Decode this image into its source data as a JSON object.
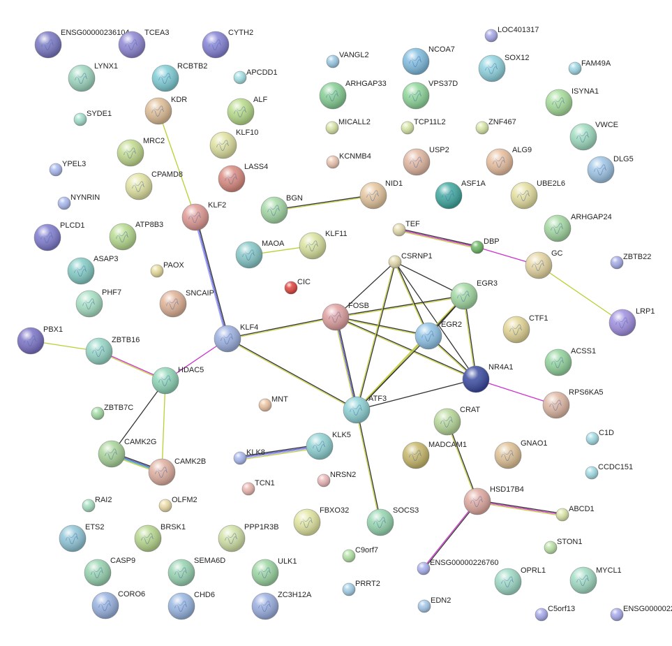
{
  "network": {
    "nodes": [
      {
        "id": "ENSG00000236104",
        "label": "ENSG00000236104",
        "color": "#7a78c4"
      },
      {
        "id": "TCEA3",
        "label": "TCEA3",
        "color": "#8e86d4"
      },
      {
        "id": "CYTH2",
        "label": "CYTH2",
        "color": "#8582d6"
      },
      {
        "id": "LOC401317",
        "label": "LOC401317",
        "color": "#a8a8e8"
      },
      {
        "id": "VANGL2",
        "label": "VANGL2",
        "color": "#9dcbe6"
      },
      {
        "id": "NCOA7",
        "label": "NCOA7",
        "color": "#80bde0"
      },
      {
        "id": "SOX12",
        "label": "SOX12",
        "color": "#8fd3df"
      },
      {
        "id": "FAM49A",
        "label": "FAM49A",
        "color": "#9fd8e6"
      },
      {
        "id": "LYNX1",
        "label": "LYNX1",
        "color": "#9fd8c1"
      },
      {
        "id": "RCBTB2",
        "label": "RCBTB2",
        "color": "#7fcdd6"
      },
      {
        "id": "APCDD1",
        "label": "APCDD1",
        "color": "#a4e2e6"
      },
      {
        "id": "ARHGAP33",
        "label": "ARHGAP33",
        "color": "#86cf95"
      },
      {
        "id": "VPS37D",
        "label": "VPS37D",
        "color": "#8fd79a"
      },
      {
        "id": "ISYNA1",
        "label": "ISYNA1",
        "color": "#a6dd9a"
      },
      {
        "id": "KDR",
        "label": "KDR",
        "color": "#dfbe96"
      },
      {
        "id": "ALF",
        "label": "ALF",
        "color": "#b8dc8a"
      },
      {
        "id": "SYDE1",
        "label": "SYDE1",
        "color": "#a3e0cd"
      },
      {
        "id": "MICALL2",
        "label": "MICALL2",
        "color": "#d9e6a8"
      },
      {
        "id": "TCP11L2",
        "label": "TCP11L2",
        "color": "#d9e8a8"
      },
      {
        "id": "ZNF467",
        "label": "ZNF467",
        "color": "#d9e8a8"
      },
      {
        "id": "VWCE",
        "label": "VWCE",
        "color": "#9fdcc0"
      },
      {
        "id": "KLF10",
        "label": "KLF10",
        "color": "#e0e2a0"
      },
      {
        "id": "MRC2",
        "label": "MRC2",
        "color": "#c3db8f"
      },
      {
        "id": "KCNMB4",
        "label": "KCNMB4",
        "color": "#ecc6b0"
      },
      {
        "id": "USP2",
        "label": "USP2",
        "color": "#e3b8a2"
      },
      {
        "id": "ALG9",
        "label": "ALG9",
        "color": "#e8bf9f"
      },
      {
        "id": "DLG5",
        "label": "DLG5",
        "color": "#9fc5e6"
      },
      {
        "id": "YPEL3",
        "label": "YPEL3",
        "color": "#aabaf0"
      },
      {
        "id": "CPAMD8",
        "label": "CPAMD8",
        "color": "#e2e4a2"
      },
      {
        "id": "LASS4",
        "label": "LASS4",
        "color": "#da8a80"
      },
      {
        "id": "ASF1A",
        "label": "ASF1A",
        "color": "#3fa8a0"
      },
      {
        "id": "UBE2L6",
        "label": "UBE2L6",
        "color": "#e6e0a0"
      },
      {
        "id": "NYNRIN",
        "label": "NYNRIN",
        "color": "#aabaf0"
      },
      {
        "id": "BGN",
        "label": "BGN",
        "color": "#a5d9a6"
      },
      {
        "id": "NID1",
        "label": "NID1",
        "color": "#e6c69e"
      },
      {
        "id": "KLF2",
        "label": "KLF2",
        "color": "#e09a94"
      },
      {
        "id": "TEF",
        "label": "TEF",
        "color": "#e6dcae"
      },
      {
        "id": "ARHGAP24",
        "label": "ARHGAP24",
        "color": "#a4d9a2"
      },
      {
        "id": "PLCD1",
        "label": "PLCD1",
        "color": "#7f7bcf"
      },
      {
        "id": "ATP8B3",
        "label": "ATP8B3",
        "color": "#b8dc90"
      },
      {
        "id": "DBP",
        "label": "DBP",
        "color": "#6db866"
      },
      {
        "id": "MAOA",
        "label": "MAOA",
        "color": "#86c8c8"
      },
      {
        "id": "KLF11",
        "label": "KLF11",
        "color": "#dbe39e"
      },
      {
        "id": "CSRNP1",
        "label": "CSRNP1",
        "color": "#e6dcae"
      },
      {
        "id": "GC",
        "label": "GC",
        "color": "#e6d6a2"
      },
      {
        "id": "ZBTB22",
        "label": "ZBTB22",
        "color": "#a6aee8"
      },
      {
        "id": "ASAP3",
        "label": "ASAP3",
        "color": "#84ccc6"
      },
      {
        "id": "PAOX",
        "label": "PAOX",
        "color": "#e8dc9c"
      },
      {
        "id": "CIC",
        "label": "CIC",
        "color": "#e0453f"
      },
      {
        "id": "EGR3",
        "label": "EGR3",
        "color": "#a2d9a2"
      },
      {
        "id": "PHF7",
        "label": "PHF7",
        "color": "#a7e0c4"
      },
      {
        "id": "SNCAIP",
        "label": "SNCAIP",
        "color": "#e0b296"
      },
      {
        "id": "FOSB",
        "label": "FOSB",
        "color": "#e0a0a0"
      },
      {
        "id": "LRP1",
        "label": "LRP1",
        "color": "#a08fe0"
      },
      {
        "id": "EGR2",
        "label": "EGR2",
        "color": "#8fc3e6"
      },
      {
        "id": "CTF1",
        "label": "CTF1",
        "color": "#e4d696"
      },
      {
        "id": "PBX1",
        "label": "PBX1",
        "color": "#7a72c6"
      },
      {
        "id": "ZBTB16",
        "label": "ZBTB16",
        "color": "#95d6c6"
      },
      {
        "id": "KLF4",
        "label": "KLF4",
        "color": "#9cb0e0"
      },
      {
        "id": "ACSS1",
        "label": "ACSS1",
        "color": "#92d49c"
      },
      {
        "id": "HDAC5",
        "label": "HDAC5",
        "color": "#8fd6b8"
      },
      {
        "id": "NR4A1",
        "label": "NR4A1",
        "color": "#3a4aa0"
      },
      {
        "id": "RPS6KA5",
        "label": "RPS6KA5",
        "color": "#e0b8a4"
      },
      {
        "id": "ZBTB7C",
        "label": "ZBTB7C",
        "color": "#a4dca6"
      },
      {
        "id": "MNT",
        "label": "MNT",
        "color": "#ecc4a2"
      },
      {
        "id": "ATF3",
        "label": "ATF3",
        "color": "#8fd3d6"
      },
      {
        "id": "CRAT",
        "label": "CRAT",
        "color": "#b9d99a"
      },
      {
        "id": "C1D",
        "label": "C1D",
        "color": "#a4dde6"
      },
      {
        "id": "CAMK2G",
        "label": "CAMK2G",
        "color": "#a9d49a"
      },
      {
        "id": "KLK5",
        "label": "KLK5",
        "color": "#8fd2d2"
      },
      {
        "id": "MADCAM1",
        "label": "MADCAM1",
        "color": "#c8b86a"
      },
      {
        "id": "GNAO1",
        "label": "GNAO1",
        "color": "#e0c296"
      },
      {
        "id": "KLK8",
        "label": "KLK8",
        "color": "#aabaf0"
      },
      {
        "id": "CAMK2B",
        "label": "CAMK2B",
        "color": "#e0b0a0"
      },
      {
        "id": "NRSN2",
        "label": "NRSN2",
        "color": "#ecb8b8"
      },
      {
        "id": "CCDC151",
        "label": "CCDC151",
        "color": "#a4dde6"
      },
      {
        "id": "TCN1",
        "label": "TCN1",
        "color": "#ecb8b0"
      },
      {
        "id": "HSD17B4",
        "label": "HSD17B4",
        "color": "#e0aaa0"
      },
      {
        "id": "RAI2",
        "label": "RAI2",
        "color": "#a7e0c2"
      },
      {
        "id": "OLFM2",
        "label": "OLFM2",
        "color": "#ecdca6"
      },
      {
        "id": "ABCD1",
        "label": "ABCD1",
        "color": "#dde6a8"
      },
      {
        "id": "FBXO32",
        "label": "FBXO32",
        "color": "#e2e6a0"
      },
      {
        "id": "ETS2",
        "label": "ETS2",
        "color": "#90c6d8"
      },
      {
        "id": "BRSK1",
        "label": "BRSK1",
        "color": "#b8d88e"
      },
      {
        "id": "PPP1R3B",
        "label": "PPP1R3B",
        "color": "#d2e2a6"
      },
      {
        "id": "SOCS3",
        "label": "SOCS3",
        "color": "#96d6b0"
      },
      {
        "id": "STON1",
        "label": "STON1",
        "color": "#bde4a8"
      },
      {
        "id": "C9orf7",
        "label": "C9orf7",
        "color": "#b4e4a6"
      },
      {
        "id": "CASP9",
        "label": "CASP9",
        "color": "#98d4b0"
      },
      {
        "id": "SEMA6D",
        "label": "SEMA6D",
        "color": "#98d4b2"
      },
      {
        "id": "ULK1",
        "label": "ULK1",
        "color": "#9cd6a2"
      },
      {
        "id": "ENSG00000226760",
        "label": "ENSG00000226760",
        "color": "#aab2ee"
      },
      {
        "id": "OPRL1",
        "label": "OPRL1",
        "color": "#9edac6"
      },
      {
        "id": "MYCL1",
        "label": "MYCL1",
        "color": "#a2dcc4"
      },
      {
        "id": "PRRT2",
        "label": "PRRT2",
        "color": "#a4d0e8"
      },
      {
        "id": "CORO6",
        "label": "CORO6",
        "color": "#98b2e0"
      },
      {
        "id": "CHD6",
        "label": "CHD6",
        "color": "#98b6e2"
      },
      {
        "id": "ZC3H12A",
        "label": "ZC3H12A",
        "color": "#9aaee0"
      },
      {
        "id": "EDN2",
        "label": "EDN2",
        "color": "#a4c8ea"
      },
      {
        "id": "C5orf13",
        "label": "C5orf13",
        "color": "#a8aaec"
      },
      {
        "id": "ENSG0000022",
        "label": "ENSG0000022",
        "color": "#a8aaec"
      }
    ],
    "edges": [
      {
        "source": "KDR",
        "target": "KLF2",
        "colors": [
          "#b8d030"
        ]
      },
      {
        "source": "KLF2",
        "target": "KLF4",
        "colors": [
          "#333333",
          "#5a5ad0",
          "#9aa2f0"
        ]
      },
      {
        "source": "BGN",
        "target": "NID1",
        "colors": [
          "#333333",
          "#c8d048"
        ]
      },
      {
        "source": "MAOA",
        "target": "KLF11",
        "colors": [
          "#b8d030"
        ]
      },
      {
        "source": "TEF",
        "target": "DBP",
        "colors": [
          "#333333",
          "#cc33cc",
          "#c8d048"
        ]
      },
      {
        "source": "DBP",
        "target": "GC",
        "colors": [
          "#cc33cc"
        ]
      },
      {
        "source": "GC",
        "target": "LRP1",
        "colors": [
          "#b8d030"
        ]
      },
      {
        "source": "PBX1",
        "target": "ZBTB16",
        "colors": [
          "#b8d030"
        ]
      },
      {
        "source": "ZBTB16",
        "target": "HDAC5",
        "colors": [
          "#cc33cc",
          "#c8d048"
        ]
      },
      {
        "source": "HDAC5",
        "target": "KLF4",
        "colors": [
          "#cc33cc"
        ]
      },
      {
        "source": "HDAC5",
        "target": "CAMK2G",
        "colors": [
          "#333333"
        ]
      },
      {
        "source": "HDAC5",
        "target": "CAMK2B",
        "colors": [
          "#b8d030"
        ]
      },
      {
        "source": "CAMK2G",
        "target": "CAMK2B",
        "colors": [
          "#333333",
          "#5a5ad0",
          "#3ab0b0",
          "#c8d048"
        ]
      },
      {
        "source": "KLF4",
        "target": "FOSB",
        "colors": [
          "#333333",
          "#c8d048"
        ]
      },
      {
        "source": "KLF4",
        "target": "ATF3",
        "colors": [
          "#333333",
          "#c8d048"
        ]
      },
      {
        "source": "FOSB",
        "target": "EGR3",
        "colors": [
          "#333333",
          "#c8d048"
        ]
      },
      {
        "source": "FOSB",
        "target": "EGR2",
        "colors": [
          "#333333",
          "#c8d048"
        ]
      },
      {
        "source": "FOSB",
        "target": "NR4A1",
        "colors": [
          "#333333",
          "#c8d048"
        ]
      },
      {
        "source": "FOSB",
        "target": "ATF3",
        "colors": [
          "#333333",
          "#5a5ad0",
          "#c8d048"
        ]
      },
      {
        "source": "FOSB",
        "target": "CSRNP1",
        "colors": [
          "#333333"
        ]
      },
      {
        "source": "CSRNP1",
        "target": "EGR3",
        "colors": [
          "#333333"
        ]
      },
      {
        "source": "CSRNP1",
        "target": "EGR2",
        "colors": [
          "#333333",
          "#c8d048"
        ]
      },
      {
        "source": "CSRNP1",
        "target": "NR4A1",
        "colors": [
          "#333333"
        ]
      },
      {
        "source": "CSRNP1",
        "target": "ATF3",
        "colors": [
          "#333333",
          "#c8d048"
        ]
      },
      {
        "source": "EGR3",
        "target": "EGR2",
        "colors": [
          "#333333",
          "#c8d048"
        ]
      },
      {
        "source": "EGR3",
        "target": "NR4A1",
        "colors": [
          "#333333",
          "#c8d048"
        ]
      },
      {
        "source": "EGR3",
        "target": "ATF3",
        "colors": [
          "#333333",
          "#c8d048"
        ]
      },
      {
        "source": "EGR2",
        "target": "NR4A1",
        "colors": [
          "#333333",
          "#c8d048"
        ]
      },
      {
        "source": "EGR2",
        "target": "ATF3",
        "colors": [
          "#333333",
          "#c8d048"
        ]
      },
      {
        "source": "NR4A1",
        "target": "ATF3",
        "colors": [
          "#333333"
        ]
      },
      {
        "source": "NR4A1",
        "target": "RPS6KA5",
        "colors": [
          "#cc33cc"
        ]
      },
      {
        "source": "ATF3",
        "target": "SOCS3",
        "colors": [
          "#333333",
          "#c8d048"
        ]
      },
      {
        "source": "KLK8",
        "target": "KLK5",
        "colors": [
          "#333333",
          "#5a5ad0",
          "#9aa2f0",
          "#c8d048"
        ]
      },
      {
        "source": "CRAT",
        "target": "HSD17B4",
        "colors": [
          "#333333",
          "#c8d048"
        ]
      },
      {
        "source": "HSD17B4",
        "target": "ABCD1",
        "colors": [
          "#333333",
          "#cc33cc",
          "#c8d048"
        ]
      },
      {
        "source": "HSD17B4",
        "target": "ENSG00000226760",
        "colors": [
          "#333333",
          "#cc33cc"
        ]
      }
    ]
  }
}
